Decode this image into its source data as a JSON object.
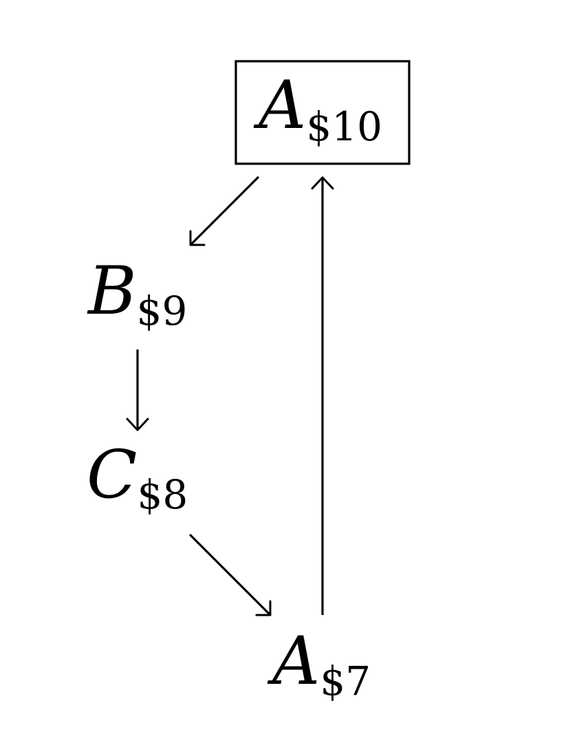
{
  "nodes": [
    {
      "id": "a10",
      "letter": "A",
      "sub": "$10",
      "boxed": true
    },
    {
      "id": "b9",
      "letter": "B",
      "sub": "$9",
      "boxed": false
    },
    {
      "id": "c8",
      "letter": "C",
      "sub": "$8",
      "boxed": false
    },
    {
      "id": "a7",
      "letter": "A",
      "sub": "$7",
      "boxed": false
    }
  ],
  "edges": [
    {
      "from": "a10",
      "to": "b9"
    },
    {
      "from": "b9",
      "to": "c8"
    },
    {
      "from": "c8",
      "to": "a7"
    },
    {
      "from": "a7",
      "to": "a10"
    }
  ]
}
